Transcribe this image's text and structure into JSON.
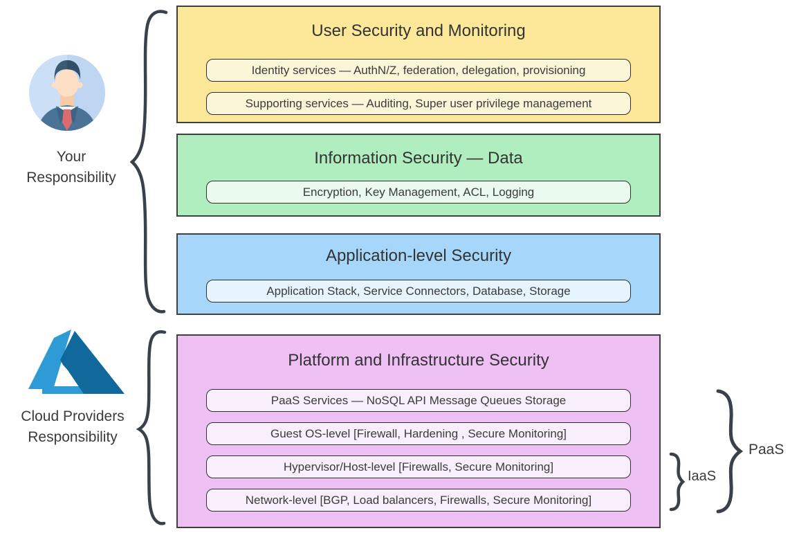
{
  "left_panel": {
    "your_responsibility": {
      "lines": [
        "Your",
        "Responsibility"
      ]
    },
    "cloud_providers_responsibility": {
      "lines": [
        "Cloud Providers",
        "Responsibility"
      ]
    }
  },
  "layers": [
    {
      "title": "User Security and Monitoring",
      "bg": "#FDE89A",
      "pill_bg": "#FCF6D8",
      "pills": [
        "Identity services — AuthN/Z, federation, delegation, provisioning",
        "Supporting services — Auditing, Super user privilege management"
      ]
    },
    {
      "title": "Information Security — Data",
      "bg": "#B0EEC0",
      "pill_bg": "#EBFAEF",
      "pills": [
        "Encryption, Key Management, ACL, Logging"
      ]
    },
    {
      "title": "Application-level Security",
      "bg": "#A6D7FA",
      "pill_bg": "#E6F4FE",
      "pills": [
        "Application Stack, Service Connectors, Database, Storage"
      ]
    },
    {
      "title": "Platform and Infrastructure Security",
      "bg": "#EEC0F4",
      "pill_bg": "#F9EEFB",
      "pills": [
        "PaaS Services — NoSQL API Message Queues Storage",
        "Guest OS-level [Firewall, Hardening , Secure Monitoring]",
        "Hypervisor/Host-level [Firewalls, Secure Monitoring]",
        "Network-level [BGP, Load balancers, Firewalls, Secure Monitoring]"
      ]
    }
  ],
  "service_annotations": {
    "iaas": "IaaS",
    "paas": "PaaS"
  },
  "icons": {
    "avatar": "user-avatar",
    "cloud_provider_logo": "azure-logo"
  },
  "colors": {
    "box_border": "#3F3F3F",
    "text": "#3B3B3B",
    "brace": "#3A414B",
    "azure_light": "#2E9BD6",
    "azure_dark": "#11689B",
    "avatar_bg": "#CBDFF6",
    "avatar_suit": "#4A7396",
    "avatar_tie": "#DC6B6F"
  }
}
